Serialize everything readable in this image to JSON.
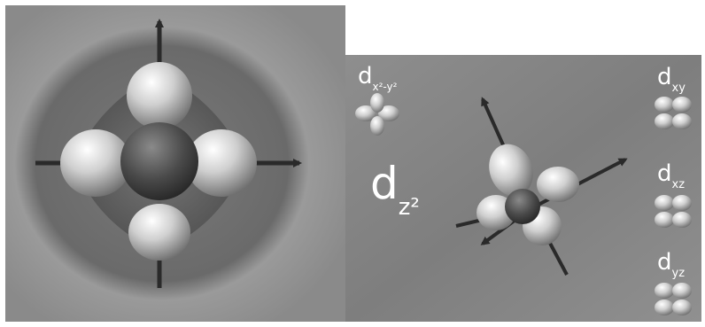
{
  "labels": {
    "d_x2_y2": {
      "base": "d",
      "sub": "x²-y²"
    },
    "d_xy": {
      "base": "d",
      "sub": "xy"
    },
    "d_xz": {
      "base": "d",
      "sub": "xz"
    },
    "d_yz": {
      "base": "d",
      "sub": "yz"
    },
    "d_z2": {
      "base": "d",
      "sub": "z²"
    }
  },
  "colors": {
    "left_panel_bg": "#6f6f6f",
    "right_panel_bg": "#8c8c8c",
    "orbital_light": "#e6e6e6",
    "orbital_dark": "#3a3a3a",
    "arrow": "#2a2a2a",
    "label": "#ffffff"
  },
  "icons": [
    "axis-arrow",
    "orbital-lobe",
    "clover-orbital-icon"
  ]
}
